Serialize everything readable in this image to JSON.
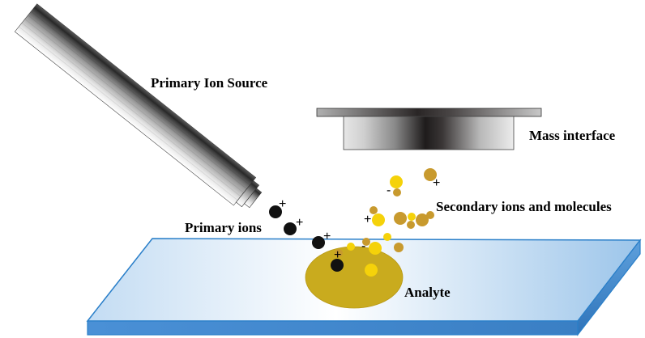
{
  "labels": {
    "primary_ion_source": "Primary Ion Source",
    "mass_interface": "Mass interface",
    "secondary_ions": "Secondary ions and molecules",
    "primary_ions": "Primary ions",
    "analyte": "Analyte"
  },
  "signs": {
    "plus": "+",
    "minus": "-"
  },
  "colors": {
    "slide_edge": "#2a7fc9",
    "slide_face_light": "#ffffff",
    "slide_face_dark": "#a9cdee",
    "slide_side": "#3f86cc",
    "analyte": "#c9ab1e",
    "yellow_particle": "#f5d20a",
    "gold_particle": "#c89a2e",
    "primary_ion": "#111111",
    "instrument_dark": "#1e1b1b",
    "instrument_light": "#e4e4e4"
  }
}
